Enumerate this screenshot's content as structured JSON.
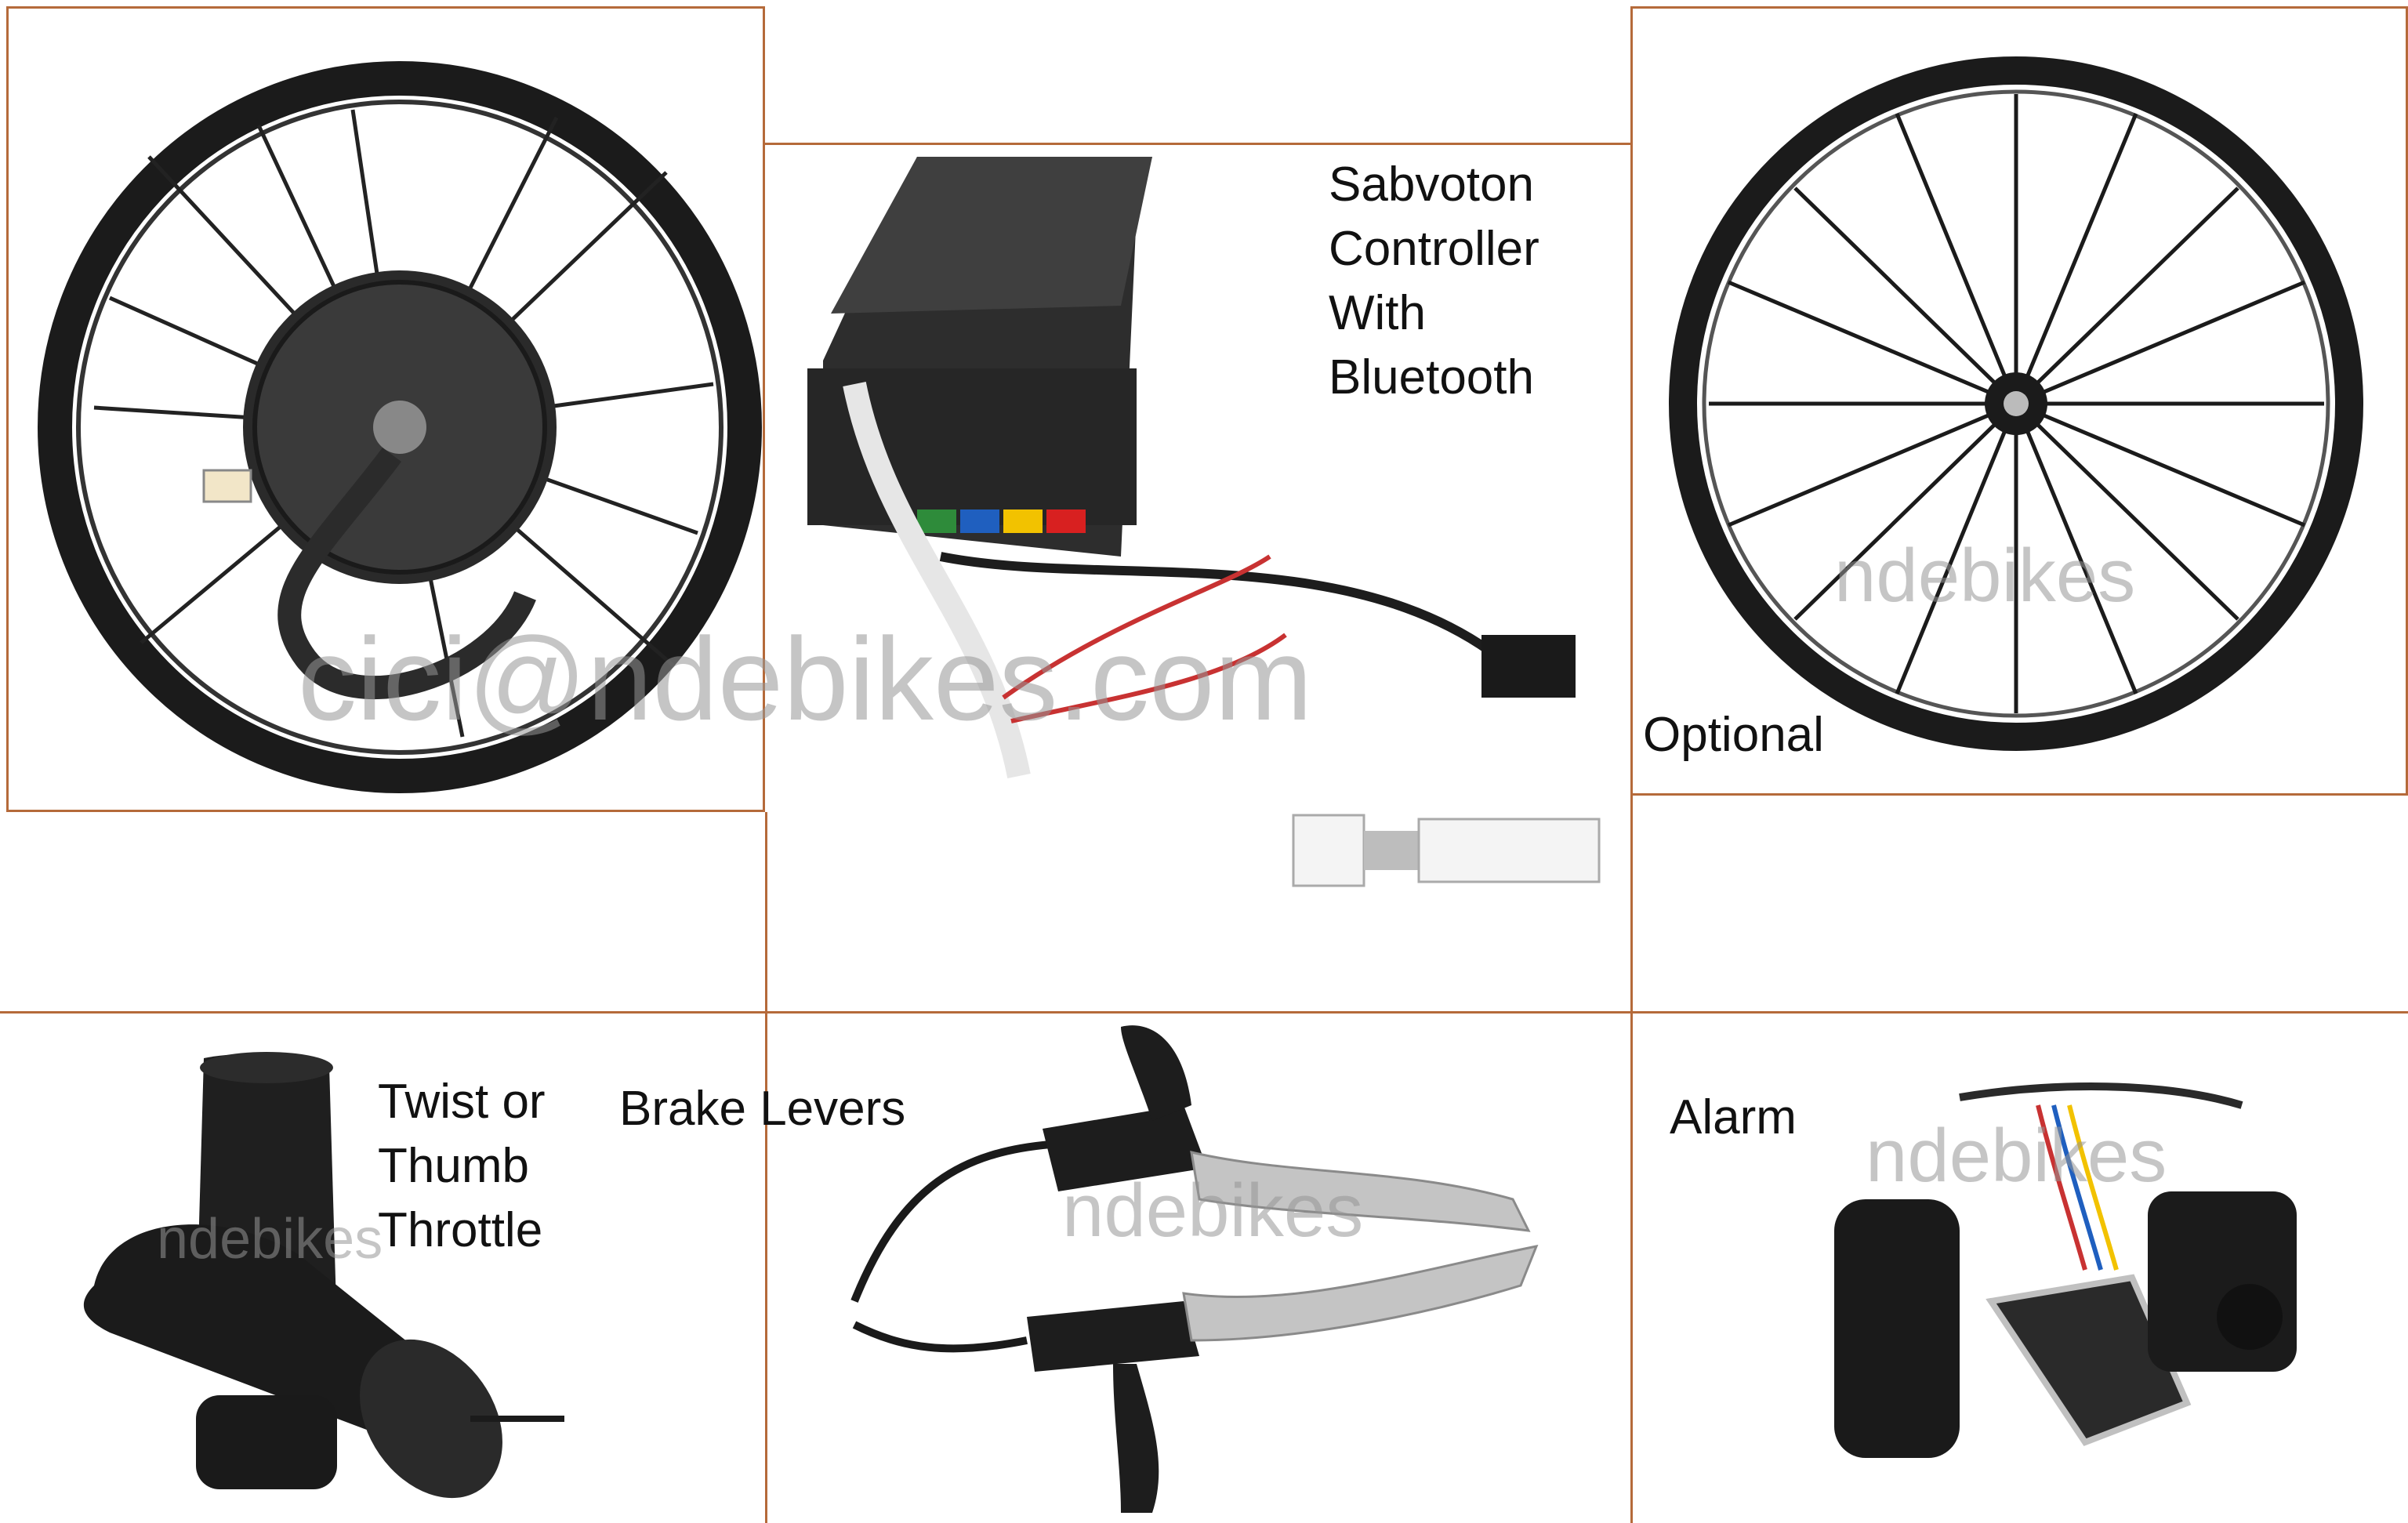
{
  "labels": {
    "controller_line1": "Sabvoton",
    "controller_line2": "Controller",
    "controller_line3": "With",
    "controller_line4": "Bluetooth",
    "optional": "Optional",
    "throttle_line1": "Twist or",
    "throttle_line2": "Thumb",
    "throttle_line3": "Throttle",
    "brake": "Brake Levers",
    "alarm": "Alarm"
  },
  "watermarks": {
    "email": "cici@ndebikes.com",
    "brand_wheel": "ndebikes",
    "brand_throttle": "ndebikes",
    "brand_brake": "ndebikes",
    "brand_alarm": "ndebikes"
  },
  "colors": {
    "frame": "#b56a3a",
    "product_black": "#1b1b1b",
    "spoke_silver": "#bfbfbf"
  },
  "icons": [
    "hub-motor-wheel",
    "controller-box",
    "front-wheel",
    "twist-throttle",
    "brake-levers",
    "alarm-set",
    "bluetooth-dongle"
  ]
}
